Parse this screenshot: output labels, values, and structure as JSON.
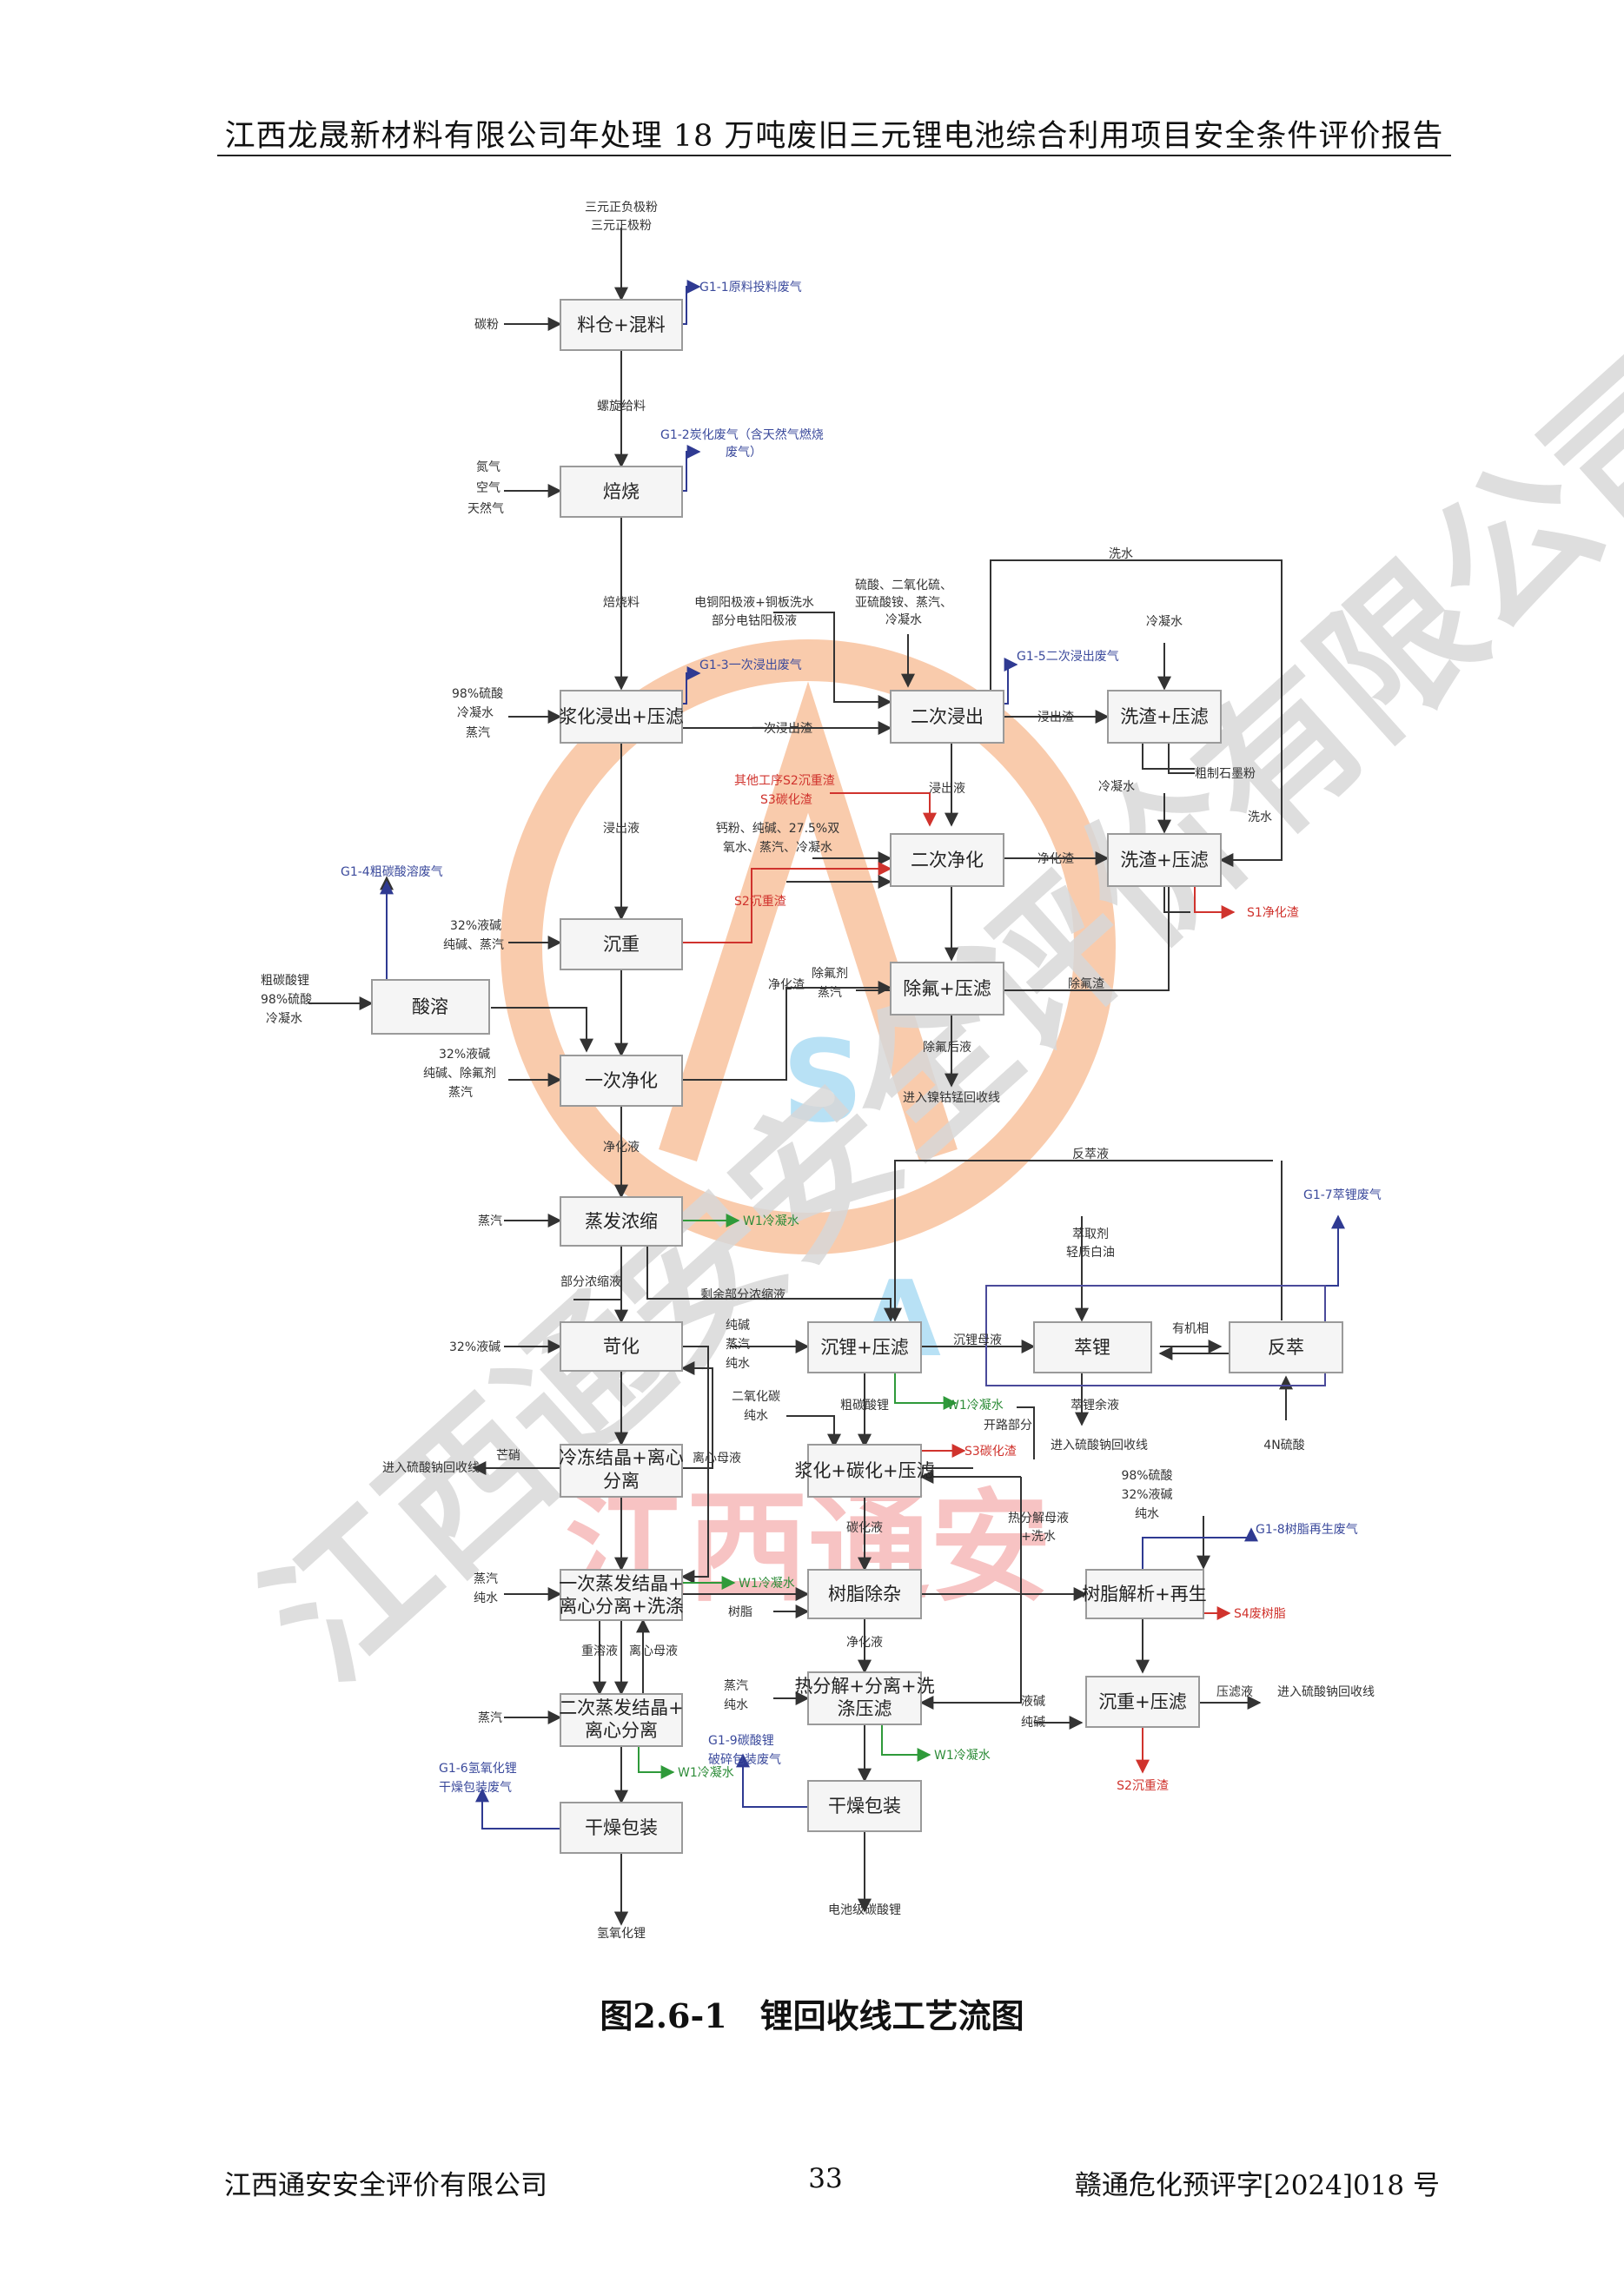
{
  "header": {
    "title": "江西龙晟新材料有限公司年处理 18 万吨废旧三元锂电池综合利用项目安全条件评价报告"
  },
  "figure": {
    "caption": "图2.6-1　锂回收线工艺流图"
  },
  "footer": {
    "company": "江西通安安全评价有限公司",
    "page": "33",
    "doc_no": "赣通危化预评字[2024]018 号"
  },
  "watermark": {
    "main_text": "江西通安安全评价有限公司",
    "stamp_text": "江西通安",
    "color_orange": "#f5a26a",
    "color_red": "#e64a4a",
    "color_blue": "#7fc9ee",
    "color_gray": "#b8b8b8"
  },
  "colors": {
    "line": "#333333",
    "gas": "#3b4a9c",
    "residue": "#d0332d",
    "water": "#2f8d3a",
    "box_fill": "#f5f5f5"
  },
  "nodes": {
    "silo": "料仓+混料",
    "roast": "焙烧",
    "leach1": "浆化浸出+压滤",
    "leach2": "二次浸出",
    "wash1": "洗渣+压滤",
    "purify2": "二次净化",
    "wash2": "洗渣+压滤",
    "sink": "沉重",
    "acid": "酸溶",
    "fluoride": "除氟+压滤",
    "purify1": "一次净化",
    "evap": "蒸发浓缩",
    "caustic": "苛化",
    "lisink": "沉锂+压滤",
    "extract": "萃锂",
    "strip": "反萃",
    "freeze": "冷冻结晶+离心分离",
    "carbon": "浆化+碳化+压滤",
    "evap1": "一次蒸发结晶+离心分离+洗涤",
    "resin": "树脂除杂",
    "resin_regen": "树脂解析+再生",
    "evap2": "二次蒸发结晶+离心分离",
    "thermal": "热分解+分离+洗涤压滤",
    "heavy2": "沉重+压滤",
    "dry1": "干燥包装",
    "dry2": "干燥包装"
  },
  "labels": {
    "in_ternary_1": "三元正负极粉",
    "in_ternary_2": "三元正极粉",
    "carbon_powder": "碳粉",
    "g1_1": "G1-1原料投料废气",
    "screw": "螺旋给料",
    "g1_2_a": "G1-2炭化废气（含天然气燃烧",
    "g1_2_b": "废气）",
    "nitrogen": "氮气",
    "air": "空气",
    "natgas": "天然气",
    "roast_material": "焙烧料",
    "cu_1": "电铜阳极液+铜板洗水",
    "cu_2": "部分电钴阳极液",
    "leach2_in_1": "硫酸、二氧化硫、",
    "leach2_in_2": "亚硫酸铵、蒸汽、",
    "leach2_in_3": "冷凝水",
    "wash_water_top": "洗水",
    "condensate_1": "冷凝水",
    "g1_3": "G1-3一次浸出废气",
    "g1_5": "G1-5二次浸出废气",
    "h2so4_98": "98%硫酸",
    "cond_water": "冷凝水",
    "steam": "蒸汽",
    "leach1_liquid": "一次浸出渣",
    "leach_liquid": "浸出渣",
    "graphite": "粗制石墨粉",
    "other_s2": "其他工序S2沉重渣",
    "other_s3": "S3碳化渣",
    "leach2_liquid": "浸出液",
    "cond_2": "冷凝水",
    "wash_water_r": "洗水",
    "reagents_1": "钙粉、纯碱、27.5%双",
    "reagents_2": "氧水、蒸汽、冷凝水",
    "purify_liquid": "净化渣",
    "leach_out": "浸出液",
    "s1": "S1净化渣",
    "g1_4": "G1-4粗碳酸溶废气",
    "naoh_1": "32%液碱",
    "naoh_2": "纯碱、蒸汽",
    "s2_heavy": "S2沉重渣",
    "crude_li_1": "粗碳酸锂",
    "crude_li_2": "98%硫酸",
    "crude_li_3": "冷凝水",
    "purify_slag": "净化渣",
    "defluor_1": "除氟剂",
    "defluor_2": "蒸汽",
    "defluor_slag": "除氟渣",
    "naoh_3": "32%液碱",
    "naoh_4": "纯碱、除氟剂",
    "naoh_5": "蒸汽",
    "defluor_liquid": "除氟后液",
    "to_nico": "进入镍钴锰回收线",
    "purify_liquid2": "净化液",
    "steam_evap": "蒸汽",
    "w1_1": "W1冷凝水",
    "back_extract": "反萃液",
    "g1_7": "G1-7萃锂废气",
    "extract_agent_1": "萃取剂",
    "extract_agent_2": "轻质白油",
    "part_conc": "部分浓缩液",
    "rest_conc": "剩余部分浓缩液",
    "naoh_32": "32%液碱",
    "pure_alkali_1": "纯碱",
    "pure_alkali_2": "蒸汽",
    "pure_alkali_3": "纯水",
    "li_mother": "沉锂母液",
    "organic": "有机相",
    "co2_1": "二氧化碳",
    "co2_2": "纯水",
    "crude_li": "粗碳酸锂",
    "w1_2": "W1冷凝水",
    "open_route": "开路部分",
    "extract_residue": "萃锂余液",
    "hcl_4n": "4N硫酸",
    "to_na": "进入硫酸钠回收线",
    "mirabilite": "芒硝",
    "centrifuge_mother": "离心母液",
    "s3": "S3碳化渣",
    "to_na_2": "进入硫酸钠回收线",
    "carbon_liquid": "碳化液",
    "thermal_mother_1": "热分解母液",
    "thermal_mother_2": "+洗水",
    "regen_1": "98%硫酸",
    "regen_2": "32%液碱",
    "regen_3": "纯水",
    "g1_8": "G1-8树脂再生废气",
    "steam_3": "蒸汽",
    "pure_water_3": "纯水",
    "w1_3": "W1冷凝水",
    "resin_in": "树脂",
    "s4": "S4废树脂",
    "re_dissolve": "重溶液",
    "centrifuge_mother2": "离心母液",
    "purify_liquid3": "净化液",
    "steam_4": "蒸汽",
    "pure_water_4": "纯水",
    "steam_5": "蒸汽",
    "alkali_1": "液碱",
    "alkali_2": "纯碱",
    "filtrate": "压滤液",
    "to_na_3": "进入硫酸钠回收线",
    "s2_2": "S2沉重渣",
    "g1_9_a": "G1-9碳酸锂",
    "g1_9_b": "破碎包装废气",
    "g1_6_a": "G1-6氢氧化锂",
    "g1_6_b": "干燥包装废气",
    "w1_4": "W1冷凝水",
    "w1_5": "W1冷凝水",
    "lioh": "氢氧化锂",
    "li2co3": "电池级碳酸锂"
  }
}
